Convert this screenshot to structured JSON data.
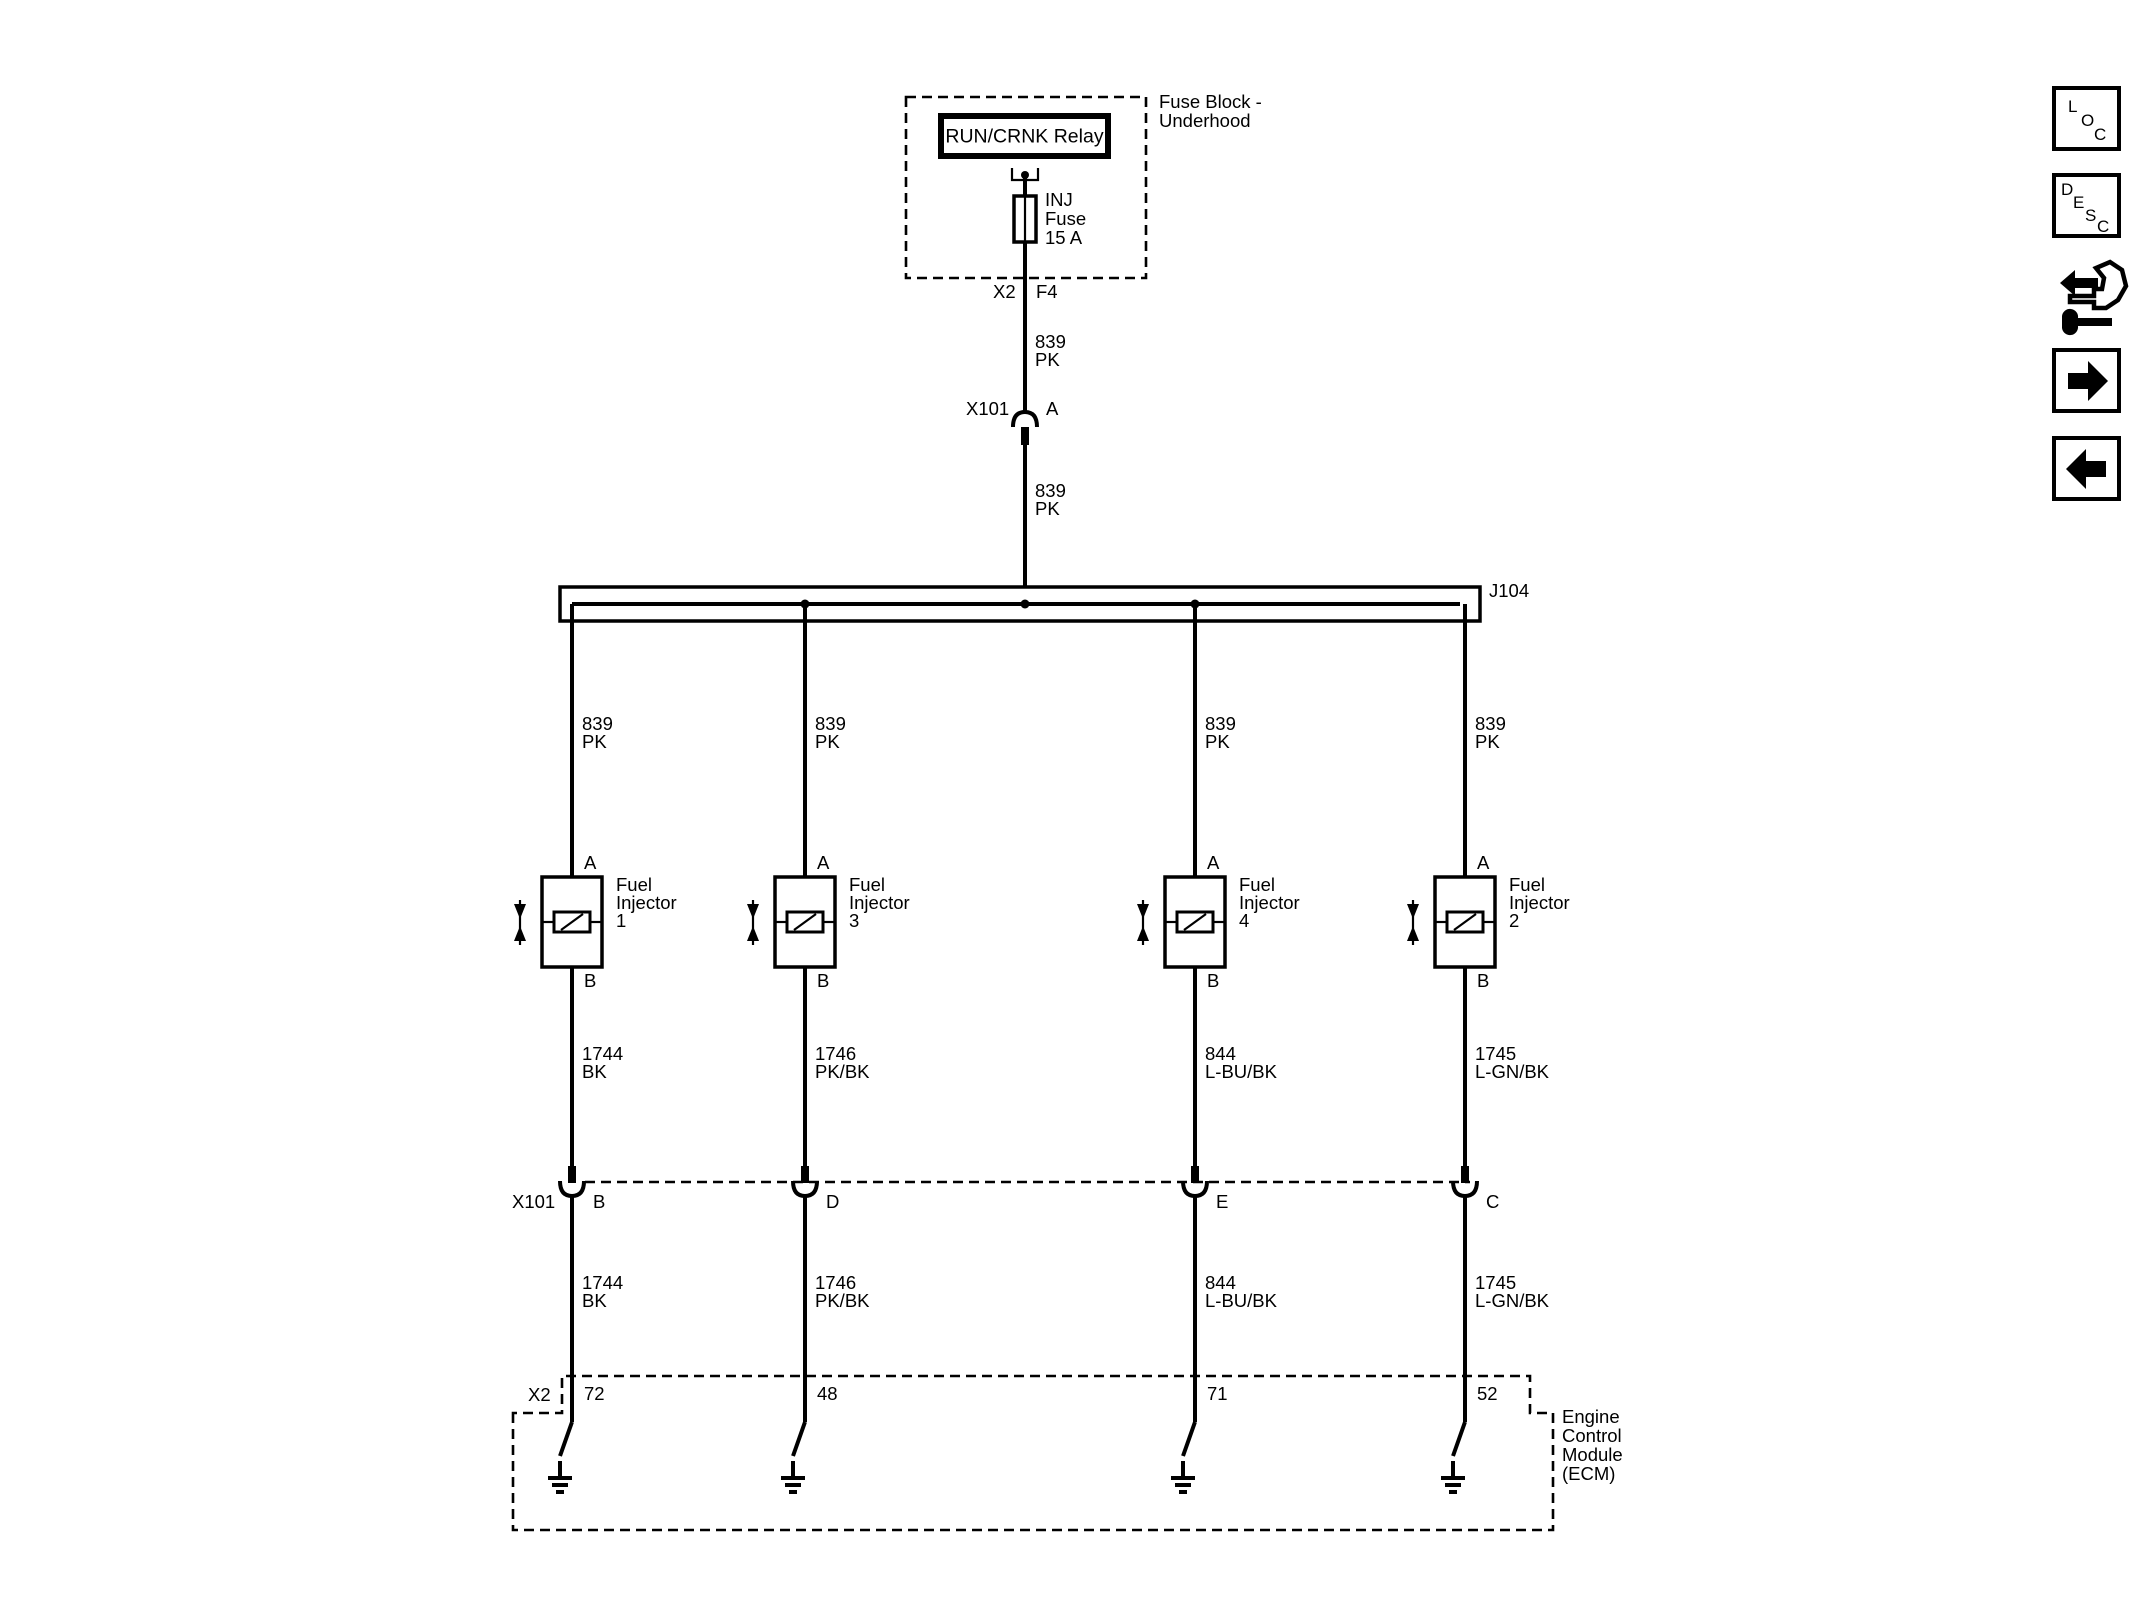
{
  "fuse_block": {
    "label_line1": "Fuse Block -",
    "label_line2": "Underhood",
    "relay_label": "RUN/CRNK Relay",
    "fuse_line1": "INJ",
    "fuse_line2": "Fuse",
    "fuse_line3": "15 A",
    "connector": "X2",
    "pin": "F4"
  },
  "feed_wire_upper": {
    "circuit": "839",
    "color": "PK"
  },
  "feed_connector": {
    "name": "X101",
    "pin": "A"
  },
  "feed_wire_lower": {
    "circuit": "839",
    "color": "PK"
  },
  "splice": {
    "name": "J104"
  },
  "injectors": [
    {
      "name_line1": "Fuel",
      "name_line2": "Injector",
      "number": "1",
      "pin_top": "A",
      "pin_bottom": "B",
      "supply_circuit": "839",
      "supply_color": "PK",
      "control_circuit": "1744",
      "control_color": "BK",
      "x101_pin": "B",
      "ecm_circuit": "1744",
      "ecm_color": "BK",
      "ecm_pin": "72"
    },
    {
      "name_line1": "Fuel",
      "name_line2": "Injector",
      "number": "3",
      "pin_top": "A",
      "pin_bottom": "B",
      "supply_circuit": "839",
      "supply_color": "PK",
      "control_circuit": "1746",
      "control_color": "PK/BK",
      "x101_pin": "D",
      "ecm_circuit": "1746",
      "ecm_color": "PK/BK",
      "ecm_pin": "48"
    },
    {
      "name_line1": "Fuel",
      "name_line2": "Injector",
      "number": "4",
      "pin_top": "A",
      "pin_bottom": "B",
      "supply_circuit": "839",
      "supply_color": "PK",
      "control_circuit": "844",
      "control_color": "L-BU/BK",
      "x101_pin": "E",
      "ecm_circuit": "844",
      "ecm_color": "L-BU/BK",
      "ecm_pin": "71"
    },
    {
      "name_line1": "Fuel",
      "name_line2": "Injector",
      "number": "2",
      "pin_top": "A",
      "pin_bottom": "B",
      "supply_circuit": "839",
      "supply_color": "PK",
      "control_circuit": "1745",
      "control_color": "L-GN/BK",
      "x101_pin": "C",
      "ecm_circuit": "1745",
      "ecm_color": "L-GN/BK",
      "ecm_pin": "52"
    }
  ],
  "x101_lower": {
    "name": "X101"
  },
  "ecm": {
    "connector": "X2",
    "label_line1": "Engine",
    "label_line2": "Control",
    "label_line3": "Module",
    "label_line4": "(ECM)"
  },
  "sidebar": {
    "loc": {
      "l1": "L",
      "l2": "O",
      "l3": "C",
      "icon": "location-icon"
    },
    "desc": {
      "l1": "D",
      "l2": "E",
      "l3": "S",
      "l4": "C",
      "icon": "description-icon"
    },
    "diagnostic": {
      "icon": "diagnostic-tools-icon"
    },
    "next": {
      "icon": "arrow-right-icon"
    },
    "prev": {
      "icon": "arrow-left-icon"
    }
  }
}
